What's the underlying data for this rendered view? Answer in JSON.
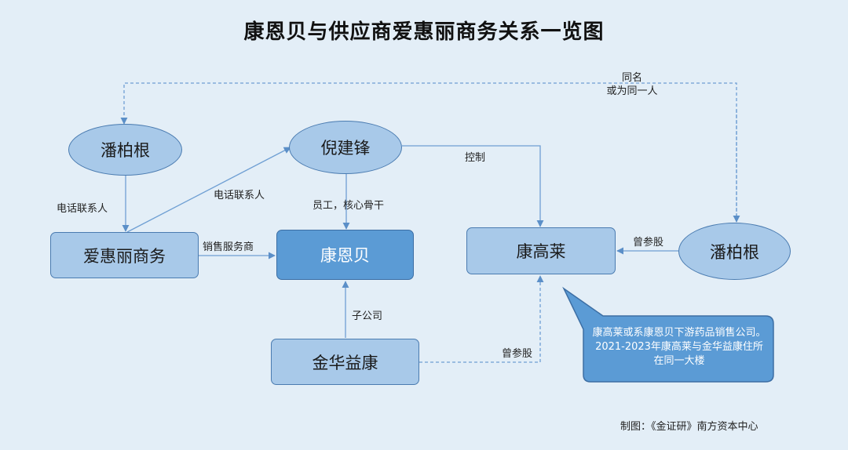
{
  "title": "康恩贝与供应商爱惠丽商务关系一览图",
  "nodes": {
    "pan_bogen_left": "潘柏根",
    "ni_jianfeng": "倪建锋",
    "aihuili": "爱惠丽商务",
    "kangenbei": "康恩贝",
    "jinhua_yikang": "金华益康",
    "kanggaolai": "康高莱",
    "pan_bogen_right": "潘柏根"
  },
  "edges": {
    "same_name_line1": "同名",
    "same_name_line2": "或为同一人",
    "control": "控制",
    "phone_contact_left": "电话联系人",
    "phone_contact_diag": "电话联系人",
    "employee": "员工，核心骨干",
    "sales_service": "销售服务商",
    "subsidiary": "子公司",
    "former_shareholder_right": "曾参股",
    "former_shareholder_bottom": "曾参股"
  },
  "callout": "康高莱或系康恩贝下游药品销售公司。2021-2023年康高莱与金华益康住所在同一大楼",
  "footer": "制图：《金证研》南方资本中心"
}
